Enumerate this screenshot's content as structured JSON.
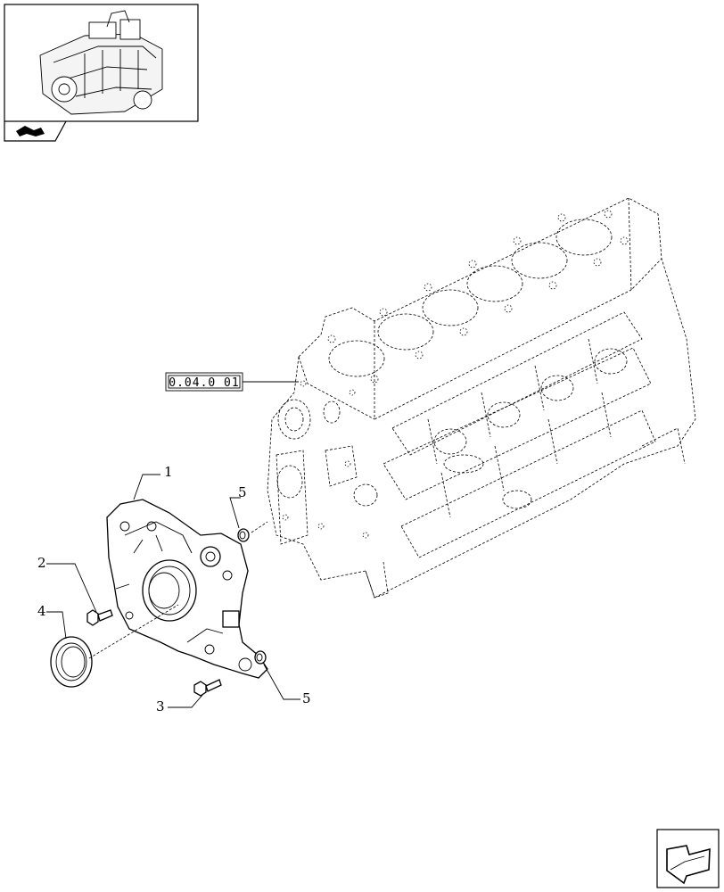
{
  "reference": {
    "label": "0.04.0 01"
  },
  "callouts": [
    {
      "id": "1",
      "text": "1"
    },
    {
      "id": "2",
      "text": "2"
    },
    {
      "id": "3",
      "text": "3"
    },
    {
      "id": "4",
      "text": "4"
    },
    {
      "id": "5a",
      "text": "5"
    },
    {
      "id": "5b",
      "text": "5"
    }
  ],
  "icons": {
    "thumbnail": "engine-thumbnail-icon",
    "section": "section-flag-icon",
    "nav": "next-page-arrow-icon"
  },
  "colors": {
    "line": "#000000",
    "background": "#ffffff"
  }
}
